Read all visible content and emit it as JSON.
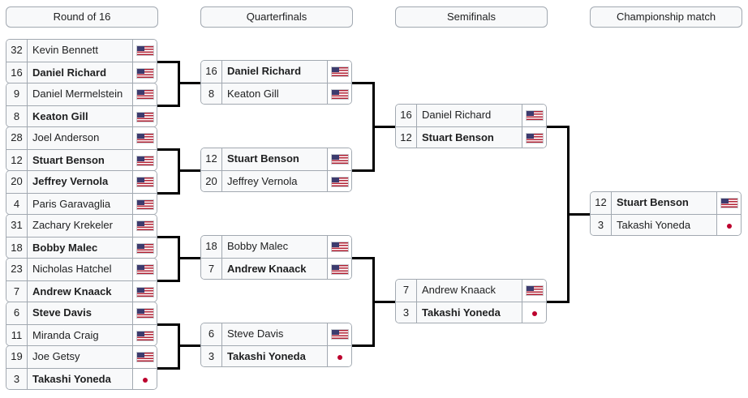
{
  "rounds": [
    {
      "name": "Round of 16",
      "matches": [
        [
          {
            "seed": "32",
            "name": "Kevin Bennett",
            "flag": "us-flag",
            "winner": false
          },
          {
            "seed": "16",
            "name": "Daniel Richard",
            "flag": "us-flag",
            "winner": true
          }
        ],
        [
          {
            "seed": "9",
            "name": "Daniel Mermelstein",
            "flag": "us-flag",
            "winner": false
          },
          {
            "seed": "8",
            "name": "Keaton Gill",
            "flag": "us-flag",
            "winner": true
          }
        ],
        [
          {
            "seed": "28",
            "name": "Joel Anderson",
            "flag": "us-flag",
            "winner": false
          },
          {
            "seed": "12",
            "name": "Stuart Benson",
            "flag": "us-flag",
            "winner": true
          }
        ],
        [
          {
            "seed": "20",
            "name": "Jeffrey Vernola",
            "flag": "us-flag",
            "winner": true
          },
          {
            "seed": "4",
            "name": "Paris Garavaglia",
            "flag": "us-flag",
            "winner": false
          }
        ],
        [
          {
            "seed": "31",
            "name": "Zachary Krekeler",
            "flag": "us-flag",
            "winner": false
          },
          {
            "seed": "18",
            "name": "Bobby Malec",
            "flag": "us-flag",
            "winner": true
          }
        ],
        [
          {
            "seed": "23",
            "name": "Nicholas Hatchel",
            "flag": "us-flag",
            "winner": false
          },
          {
            "seed": "7",
            "name": "Andrew Knaack",
            "flag": "us-flag",
            "winner": true
          }
        ],
        [
          {
            "seed": "6",
            "name": "Steve Davis",
            "flag": "us-flag",
            "winner": true
          },
          {
            "seed": "11",
            "name": "Miranda Craig",
            "flag": "us-flag",
            "winner": false
          }
        ],
        [
          {
            "seed": "19",
            "name": "Joe Getsy",
            "flag": "us-flag",
            "winner": false
          },
          {
            "seed": "3",
            "name": "Takashi Yoneda",
            "flag": "japan-flag",
            "winner": true
          }
        ]
      ]
    },
    {
      "name": "Quarterfinals",
      "matches": [
        [
          {
            "seed": "16",
            "name": "Daniel Richard",
            "flag": "us-flag",
            "winner": true
          },
          {
            "seed": "8",
            "name": "Keaton Gill",
            "flag": "us-flag",
            "winner": false
          }
        ],
        [
          {
            "seed": "12",
            "name": "Stuart Benson",
            "flag": "us-flag",
            "winner": true
          },
          {
            "seed": "20",
            "name": "Jeffrey Vernola",
            "flag": "us-flag",
            "winner": false
          }
        ],
        [
          {
            "seed": "18",
            "name": "Bobby Malec",
            "flag": "us-flag",
            "winner": false
          },
          {
            "seed": "7",
            "name": "Andrew Knaack",
            "flag": "us-flag",
            "winner": true
          }
        ],
        [
          {
            "seed": "6",
            "name": "Steve Davis",
            "flag": "us-flag",
            "winner": false
          },
          {
            "seed": "3",
            "name": "Takashi Yoneda",
            "flag": "japan-flag",
            "winner": true
          }
        ]
      ]
    },
    {
      "name": "Semifinals",
      "matches": [
        [
          {
            "seed": "16",
            "name": "Daniel Richard",
            "flag": "us-flag",
            "winner": false
          },
          {
            "seed": "12",
            "name": "Stuart Benson",
            "flag": "us-flag",
            "winner": true
          }
        ],
        [
          {
            "seed": "7",
            "name": "Andrew Knaack",
            "flag": "us-flag",
            "winner": false
          },
          {
            "seed": "3",
            "name": "Takashi Yoneda",
            "flag": "japan-flag",
            "winner": true
          }
        ]
      ]
    },
    {
      "name": "Championship match",
      "matches": [
        [
          {
            "seed": "12",
            "name": "Stuart Benson",
            "flag": "us-flag",
            "winner": true
          },
          {
            "seed": "3",
            "name": "Takashi Yoneda",
            "flag": "japan-flag",
            "winner": false
          }
        ]
      ]
    }
  ]
}
